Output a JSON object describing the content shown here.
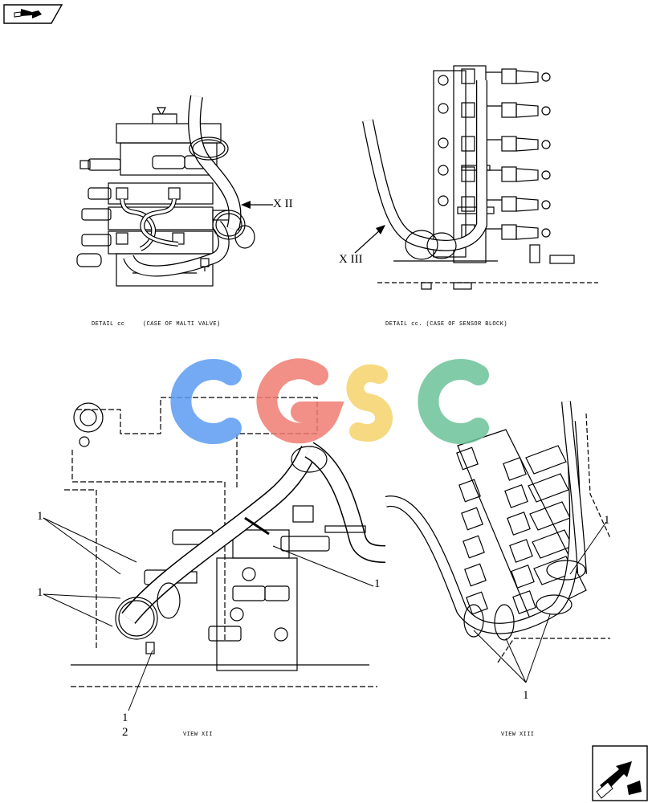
{
  "detail_cc_multi": {
    "caption_a": "DETAIL cc",
    "caption_b": "(CASE OF MALTI VALVE)",
    "view_pointer": "X II"
  },
  "detail_cc_sensor": {
    "caption": "DETAIL cc. (CASE OF SENSOR BLOCK)",
    "view_pointer": "X III"
  },
  "view_xii": {
    "caption": "VIEW XII",
    "callouts": [
      "1",
      "1",
      "1",
      "1",
      "2"
    ]
  },
  "view_xiii": {
    "caption": "VIEW XIII",
    "callouts": [
      "1",
      "1"
    ]
  },
  "watermark": {
    "text": "CGSC",
    "colors": [
      "#5b9cf2",
      "#f07c72",
      "#f5d36a",
      "#6cc39a"
    ]
  },
  "icons": {
    "top_left": "previous-page-arrow-icon",
    "bottom_right": "next-page-arrow-icon"
  }
}
